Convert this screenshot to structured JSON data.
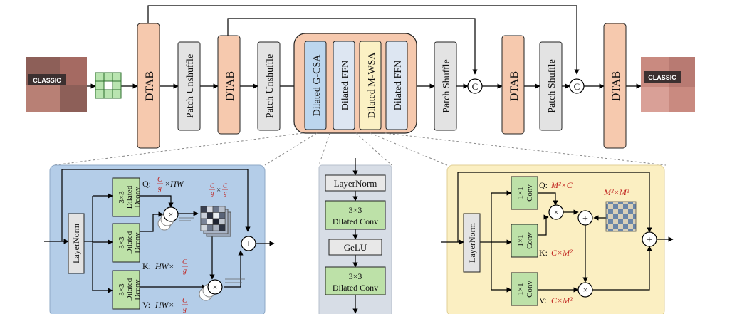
{
  "top": {
    "dtab": "DTAB",
    "patch_unshuffle": "Patch Unshuffle",
    "patch_shuffle": "Patch Shuffle",
    "concat": "C",
    "dilated_gcsa": "Dilated G-CSA",
    "dilated_ffn": "Dilated FFN",
    "dilated_mwsa": "Dilated M-WSA",
    "input_label": "CLASSIC",
    "output_label": "CLASSIC"
  },
  "gcsa": {
    "layernorm": "LayerNorm",
    "conv_size": "3×3",
    "conv_l1": "Dilated",
    "conv_l2": "Dconv",
    "q_prefix": "Q:",
    "q_dim": "×HW",
    "k_prefix": "K:",
    "k_dim": "HW×",
    "v_prefix": "V:",
    "v_dim": "HW×",
    "frac_num": "C",
    "frac_den": "g",
    "attn_times": "×",
    "mult": "×",
    "plus": "+"
  },
  "ffn": {
    "layernorm": "LayerNorm",
    "conv_size": "3×3",
    "conv_label": "Dilated Conv",
    "gelu": "GeLU"
  },
  "mwsa": {
    "layernorm": "LayerNorm",
    "conv_size": "1×1",
    "conv_label": "Conv",
    "q_label": "Q:",
    "q_dim": "M²×C",
    "k_label": "K:",
    "k_dim": "C×M²",
    "v_label": "V:",
    "v_dim": "C×M²",
    "mask_label": "M²×M²",
    "mult": "×",
    "plus": "+"
  }
}
